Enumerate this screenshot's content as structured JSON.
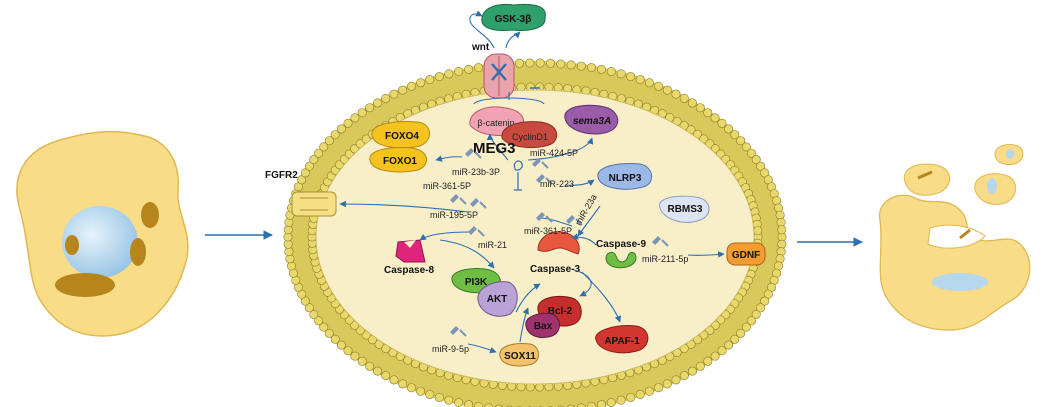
{
  "colors": {
    "cytoplasm": "#f8efc9",
    "membrane_bead": "#e8d96a",
    "healthy_cell": "#f8dc88",
    "nucleus": "#b7d7ec",
    "arrow": "#2e6fb0",
    "gsk": "#2f9f6b",
    "foxo": "#f5c21f",
    "sema": "#9a5ba8",
    "nlrp": "#9cb8e8",
    "gdnf": "#f39c2f",
    "caspase3": "#e9573f",
    "caspase8": "#e0247b",
    "caspase9": "#6fbe44",
    "pi3k": "#6fbe44",
    "akt": "#b9a2d6",
    "bcl2": "#c62d2d",
    "bax": "#a0336e",
    "apaf": "#d3362f",
    "sox11": "#f2c36b",
    "mirna": "#7c94b8"
  },
  "labels": {
    "gsk3b": "GSK-3β",
    "wnt": "wnt",
    "beta_catenin": "β-catenin",
    "cyclind1": "CyclinD1",
    "sema3a": "sema3A",
    "foxo4": "FOXO4",
    "foxo1": "FOXO1",
    "meg3": "MEG3",
    "fgfr2": "FGFR2",
    "nlrp3": "NLRP3",
    "rbms3": "RBMS3",
    "gdnf": "GDNF",
    "caspase8": "Caspase-8",
    "caspase3": "Caspase-3",
    "caspase9": "Caspase-9",
    "pi3k": "PI3K",
    "akt": "AKT",
    "bcl2": "Bcl-2",
    "bax": "Bax",
    "apaf1": "APAF-1",
    "sox11": "SOX11"
  },
  "mirnas": {
    "m23b": "miR-23b-3P",
    "m424": "miR-424-5P",
    "m3615a": "miR-361-5P",
    "m223": "miR-223",
    "m195": "miR-195-5P",
    "m23a": "miR-23a",
    "m21": "miR-21",
    "m3615b": "miR-361-5P",
    "m211": "miR-211-5p",
    "m9": "miR-9-5p"
  }
}
